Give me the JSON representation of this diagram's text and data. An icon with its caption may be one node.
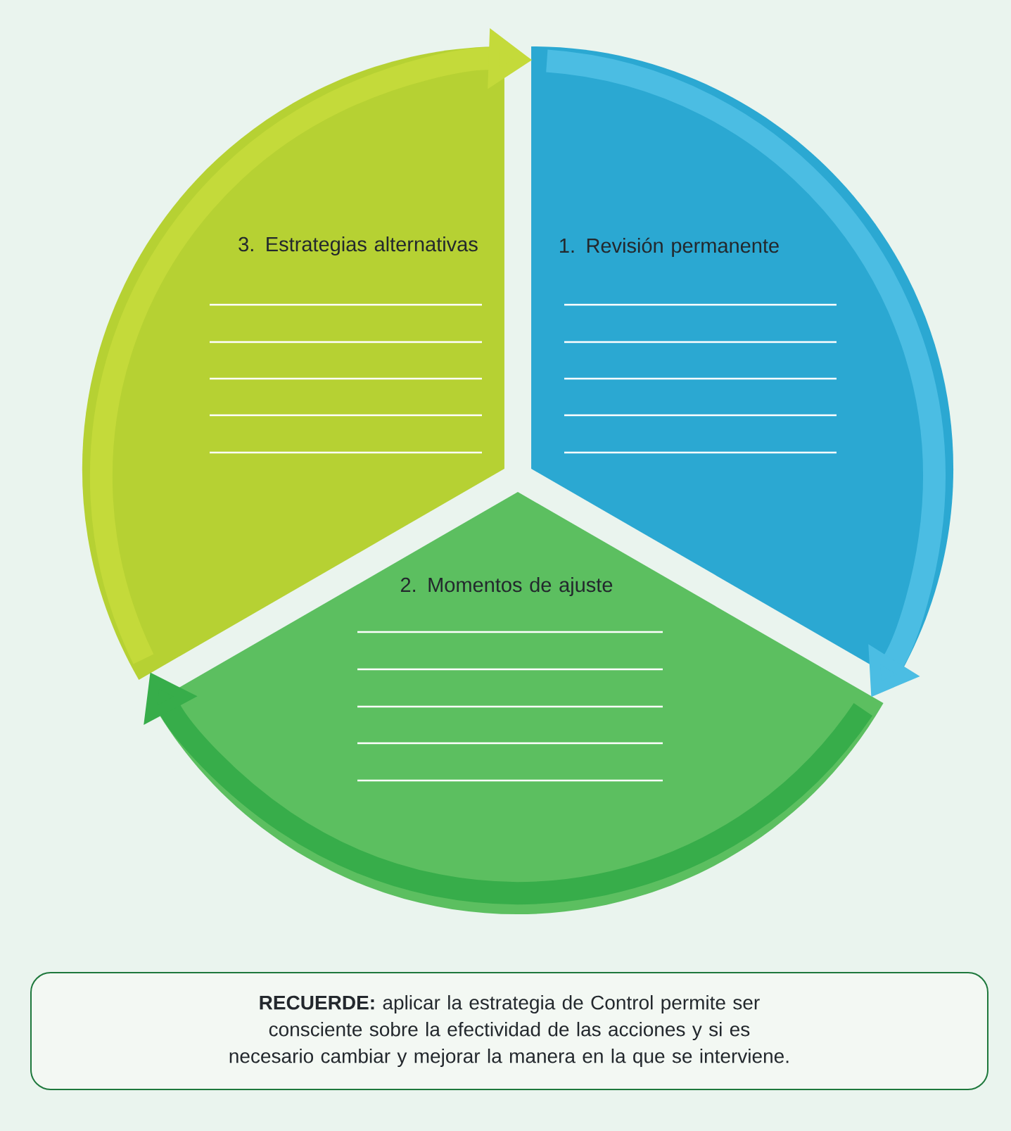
{
  "diagram": {
    "nodes": [
      {
        "text": [
          "1. Revisión permanente"
        ]
      },
      {
        "text": [
          "2. Momentos de ajuste"
        ]
      },
      {
        "text": [
          "3. Estrategias alternativas"
        ]
      },
      {
        "text": [
          "**RECUERDE:** aplicar la estrategia de Control permite ser consciente sobre la efectividad de las acciones y si es necesario cambiar y mejorar la manera en la que se interviene."
        ]
      }
    ],
    "edges": [
      {
        "from": 0,
        "to": 1,
        "arrow": "to",
        "color": "#4bbde3"
      },
      {
        "from": 1,
        "to": 2,
        "arrow": "to",
        "color": "#37ad4a"
      },
      {
        "from": 2,
        "to": 0,
        "arrow": "to",
        "color": "#c4da3a"
      }
    ]
  }
}
